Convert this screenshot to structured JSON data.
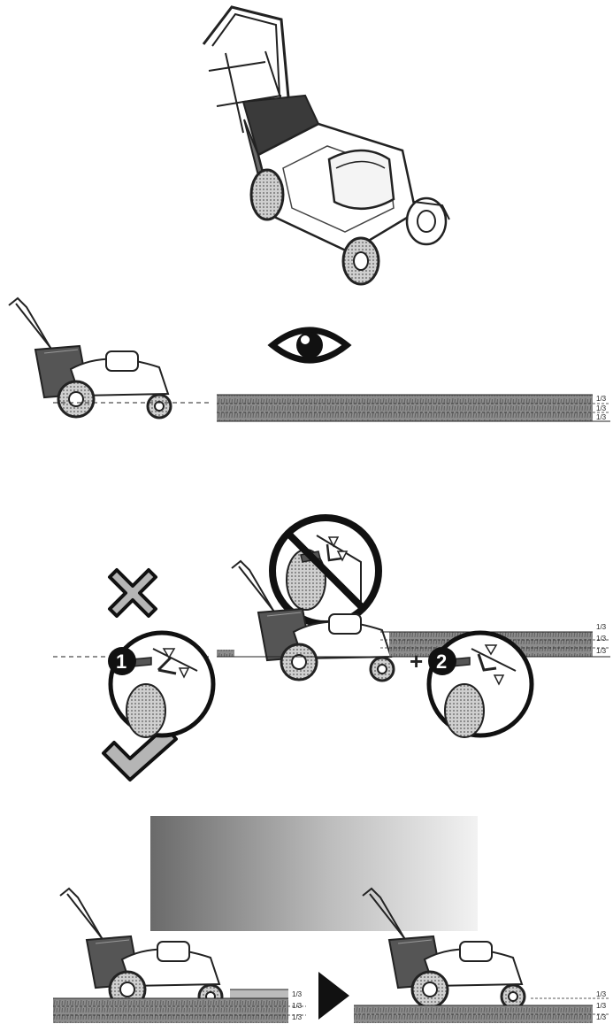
{
  "fraction_label": "1/3",
  "step_1": "1",
  "step_2": "2",
  "step_plus": "+",
  "icons": {
    "eye": "eye-icon",
    "wrong": "cross-icon",
    "correct": "check-icon",
    "prohibited": "prohibited-icon",
    "arrow": "arrow-right-icon"
  },
  "colors": {
    "line": "#222222",
    "grass": "#8c8c8c",
    "icon_fill": "#b5b5b5"
  }
}
